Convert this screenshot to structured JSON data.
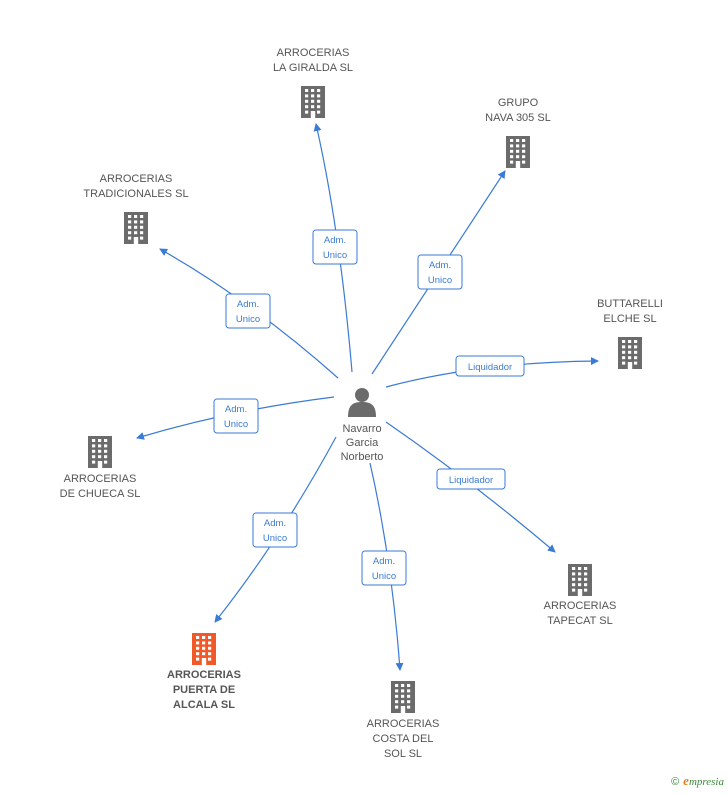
{
  "center": {
    "name_lines": [
      "Navarro",
      "Garcia",
      "Norberto"
    ],
    "icon": "person-icon"
  },
  "companies": [
    {
      "id": "giralda",
      "lines": [
        "ARROCERIAS",
        "LA GIRALDA SL"
      ],
      "relation": "Adm. Unico",
      "highlight": false
    },
    {
      "id": "nava",
      "lines": [
        "GRUPO",
        "NAVA 305 SL"
      ],
      "relation": "Adm. Unico",
      "highlight": false
    },
    {
      "id": "tradicionales",
      "lines": [
        "ARROCERIAS",
        "TRADICIONALES SL"
      ],
      "relation": "Adm. Unico",
      "highlight": false
    },
    {
      "id": "buttarelli",
      "lines": [
        "BUTTARELLI",
        "ELCHE SL"
      ],
      "relation": "Liquidador",
      "highlight": false
    },
    {
      "id": "chueca",
      "lines": [
        "ARROCERIAS",
        "DE CHUECA SL"
      ],
      "relation": "Adm. Unico",
      "highlight": false
    },
    {
      "id": "tapecat",
      "lines": [
        "ARROCERIAS",
        "TAPECAT SL"
      ],
      "relation": "Liquidador",
      "highlight": false
    },
    {
      "id": "puerta",
      "lines": [
        "ARROCERIAS",
        "PUERTA DE",
        "ALCALA SL"
      ],
      "relation": "Adm. Unico",
      "highlight": true
    },
    {
      "id": "costa",
      "lines": [
        "ARROCERIAS",
        "COSTA DEL",
        "SOL SL"
      ],
      "relation": "Adm. Unico",
      "highlight": false
    }
  ],
  "colors": {
    "edge": "#3a7bd5",
    "building": "#6b6b6b",
    "building_highlight": "#f05a28",
    "person": "#6b6b6b"
  },
  "footer": {
    "copyright_symbol": "©",
    "brand_initial": "e",
    "brand_rest": "mpresia"
  }
}
